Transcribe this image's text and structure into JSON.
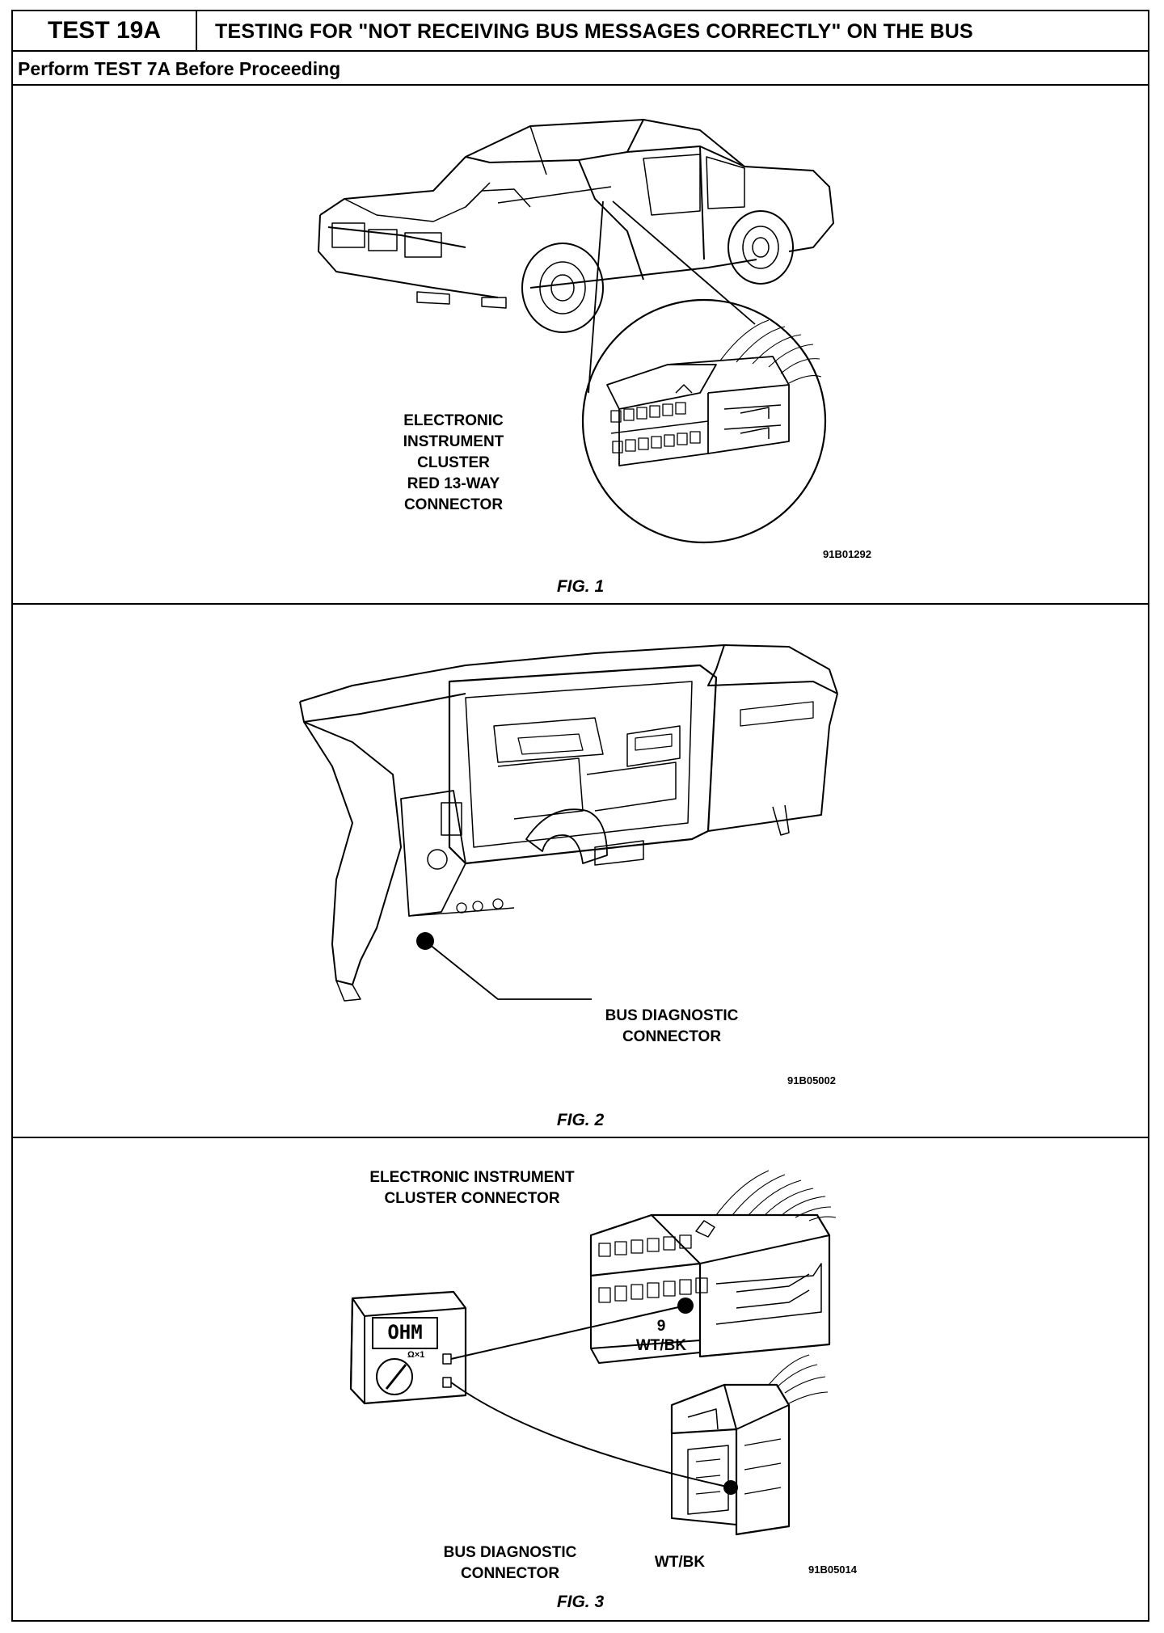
{
  "header": {
    "test_id": "TEST 19A",
    "title": "TESTING FOR \"NOT RECEIVING BUS MESSAGES CORRECTLY\" ON THE BUS"
  },
  "subheader": "Perform TEST 7A Before Proceeding",
  "fig1": {
    "callout": "ELECTRONIC\nINSTRUMENT\nCLUSTER\nRED 13-WAY\nCONNECTOR",
    "code": "91B01292",
    "caption": "FIG. 1"
  },
  "fig2": {
    "callout": "BUS DIAGNOSTIC\nCONNECTOR",
    "code": "91B05002",
    "caption": "FIG. 2"
  },
  "fig3": {
    "cluster_label": "ELECTRONIC INSTRUMENT\nCLUSTER CONNECTOR",
    "meter_display": "OHM",
    "meter_range": "Ω×1",
    "pin_number": "9",
    "wire_color_1": "WT/BK",
    "wire_color_2": "WT/BK",
    "bus_label": "BUS DIAGNOSTIC\nCONNECTOR",
    "code": "91B05014",
    "caption": "FIG. 3"
  }
}
